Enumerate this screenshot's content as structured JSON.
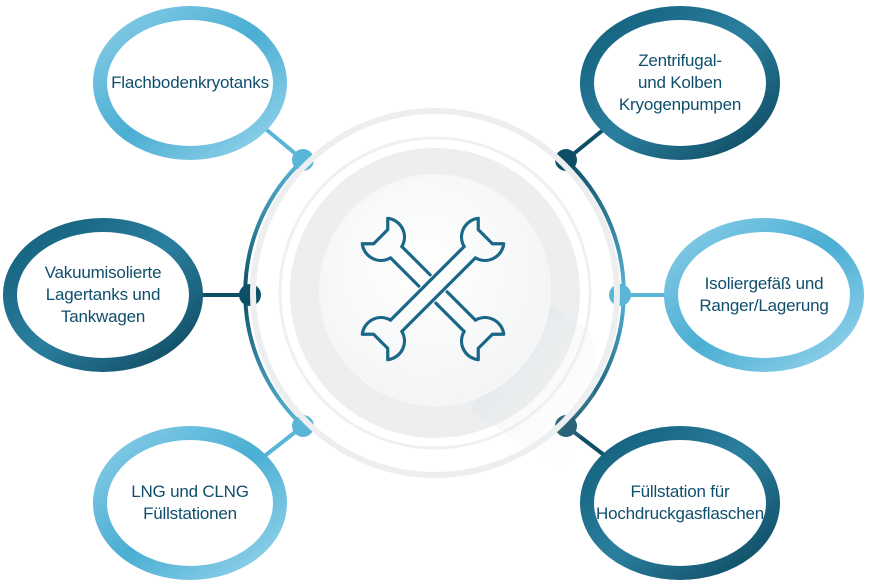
{
  "nodes": [
    {
      "id": "top-left",
      "label": "Flachbodenkryotanks"
    },
    {
      "id": "mid-left",
      "label": "Vakuumisolierte\nLagertanks und\nTankwagen"
    },
    {
      "id": "bottom-left",
      "label": "LNG und CLNG\nFüllstationen"
    },
    {
      "id": "top-right",
      "label": "Zentrifugal-\nund Kolben\nKryogenpumpen"
    },
    {
      "id": "mid-right",
      "label": "Isoliergefäß und\nRanger/Lagerung"
    },
    {
      "id": "bottom-right",
      "label": "Füllstation für\nHochdruckgasflaschen"
    }
  ],
  "center": {
    "icon": "crossed-wrenches-icon"
  },
  "colors": {
    "dark_teal": "#0d4f66",
    "mid_teal": "#2a86a8",
    "light_blue": "#5ab6d6",
    "pale_ring": "#e9ecee",
    "text": "#0f4f6c"
  }
}
